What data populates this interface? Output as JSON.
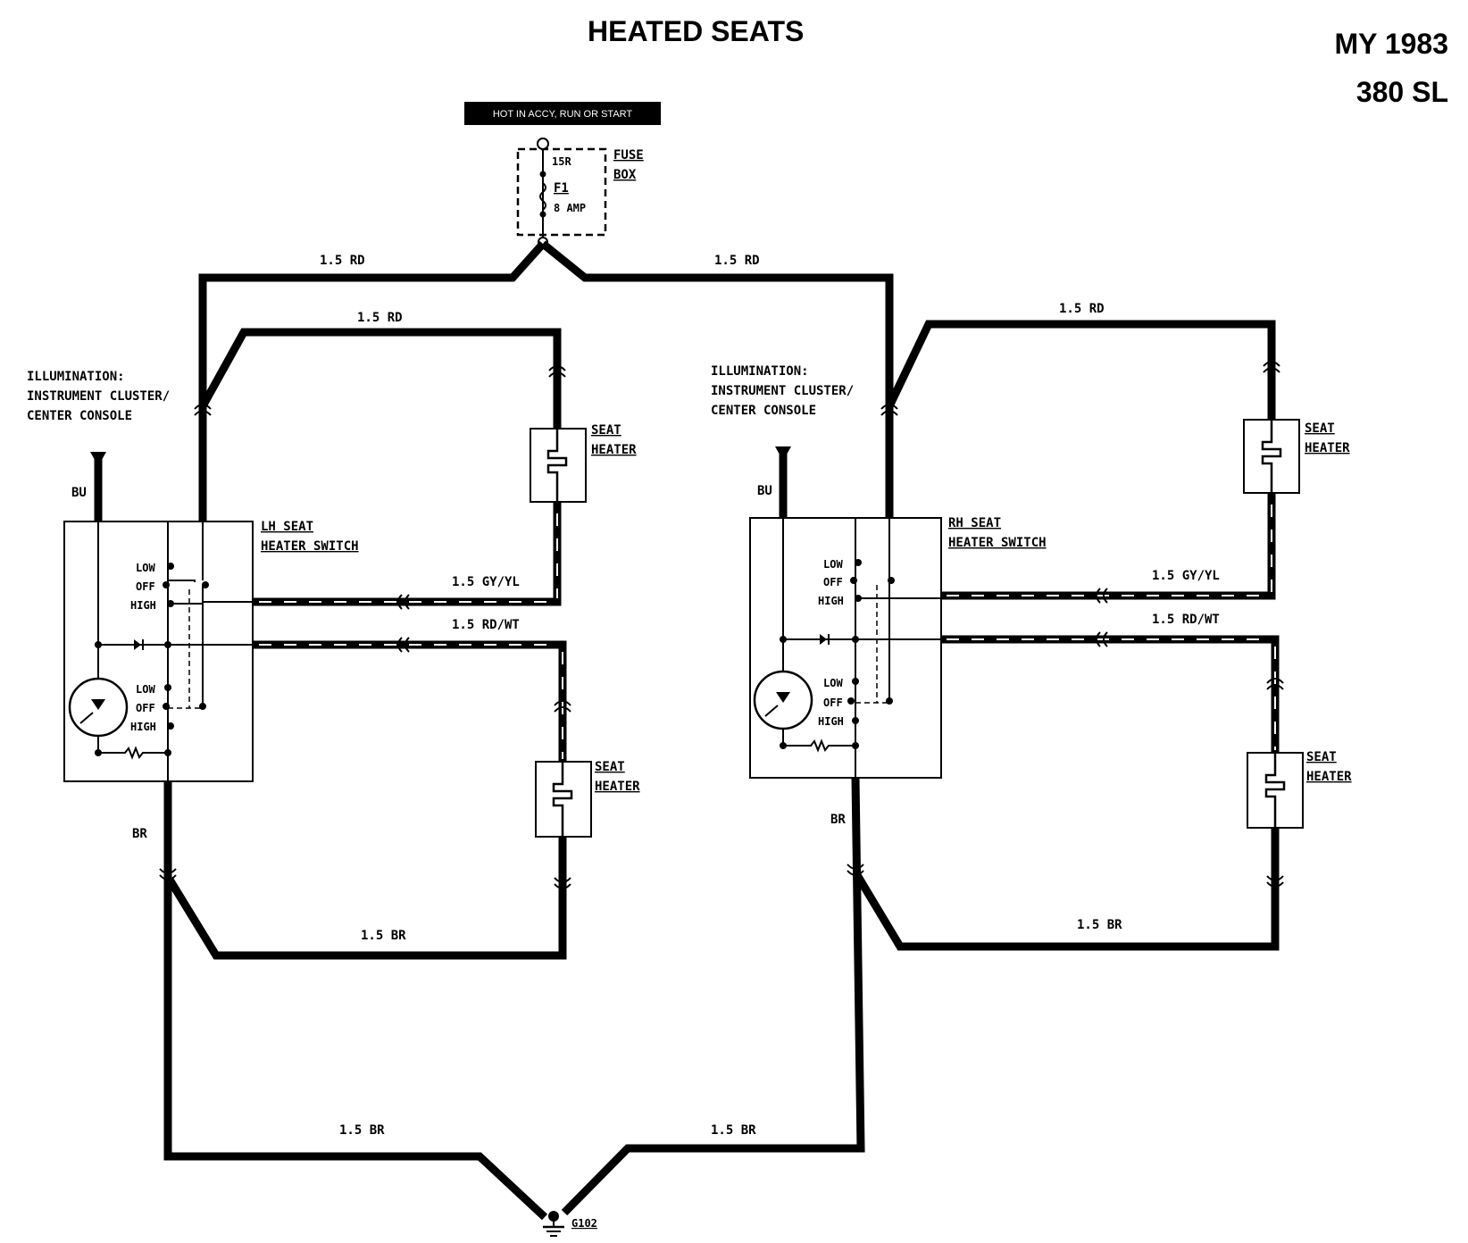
{
  "header": {
    "title": "HEATED SEATS",
    "model_year": "MY 1983",
    "model": "380 SL"
  },
  "fuse": {
    "power_label": "HOT IN ACCY, RUN OR START",
    "terminal": "15R",
    "fuse_id": "F1",
    "rating": "8 AMP",
    "box_label_1": "FUSE",
    "box_label_2": "BOX"
  },
  "wires": {
    "red": "1.5 RD",
    "gray_yellow": "1.5 GY/YL",
    "red_white": "1.5 RD/WT",
    "brown": "1.5 BR",
    "blue": "BU",
    "brown_short": "BR"
  },
  "illumination": {
    "line1": "ILLUMINATION:",
    "line2": "INSTRUMENT CLUSTER/",
    "line3": "CENTER CONSOLE"
  },
  "left_switch": {
    "line1": "LH SEAT",
    "line2": "HEATER SWITCH"
  },
  "right_switch": {
    "line1": "RH SEAT",
    "line2": "HEATER SWITCH"
  },
  "switch_positions": {
    "low": "LOW",
    "off": "OFF",
    "high": "HIGH"
  },
  "heater": {
    "line1": "SEAT",
    "line2": "HEATER"
  },
  "ground": "G102"
}
